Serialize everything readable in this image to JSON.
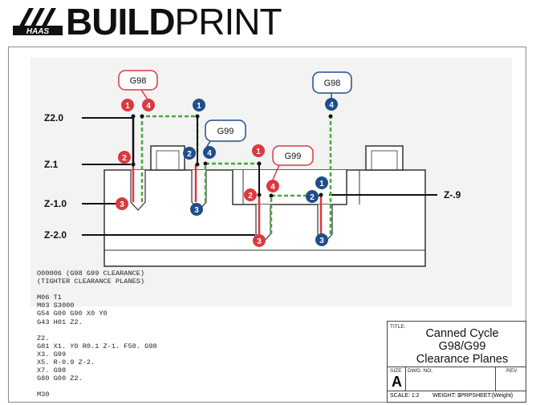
{
  "header": {
    "brand_bold": "BUILD",
    "brand_light": "PRINT",
    "logo_text": "HAAS"
  },
  "diagram": {
    "level_labels": [
      "Z2.0",
      "Z.1",
      "Z-1.0",
      "Z-2.0",
      "Z-.9"
    ],
    "callouts": [
      "G98",
      "G99",
      "G99",
      "G98"
    ],
    "markers": {
      "hole1": [
        "1",
        "4",
        "2",
        "3"
      ],
      "hole2": [
        "1",
        "2",
        "4",
        "3"
      ],
      "hole3": [
        "1",
        "2",
        "4",
        "3"
      ],
      "hole4": [
        "4",
        "1",
        "2",
        "3"
      ]
    },
    "colors": {
      "red": "#d93a3f",
      "blue": "#1f4e8c",
      "green": "#4aa83a",
      "part": "#ffffff",
      "outline": "#333333"
    }
  },
  "program": {
    "lines": [
      "O00006 (G98 G99 CLEARANCE)",
      "(TIGHTER CLEARANCE PLANES)",
      "",
      "M06 T1",
      "M03 S3000",
      "G54 G00 G90 X0 Y0",
      "G43 H01 Z2.",
      "",
      "Z2.",
      "G81 X1. Y0 R0.1 Z-1. F50. G98",
      "X3. G99",
      "X5. R-0.9 Z-2.",
      "X7. G98",
      "G80 G00 Z2.",
      "",
      "M30"
    ]
  },
  "title_block": {
    "title_label": "TITLE:",
    "title_lines": [
      "Canned Cycle",
      "G98/G99",
      "Clearance Planes"
    ],
    "size_label": "SIZE",
    "size_value": "A",
    "dwg_label": "DWG.  NO.",
    "rev_label": "REV",
    "scale_text": "SCALE: 1:2",
    "weight_text": "WEIGHT: $PRPSHEET:{Weight}"
  }
}
